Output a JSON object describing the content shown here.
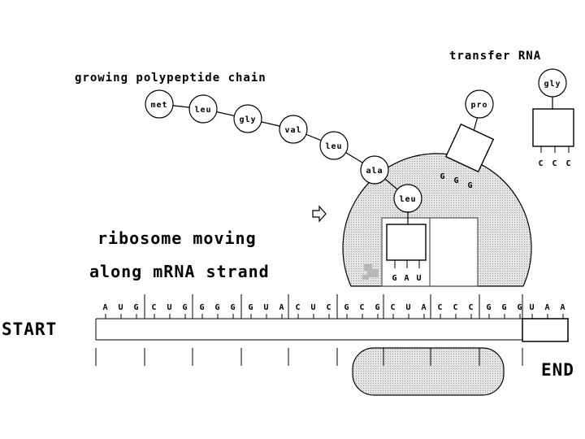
{
  "labels": {
    "chain": "growing polypeptide chain",
    "trna": "transfer RNA",
    "moving1": "ribosome moving",
    "moving2": "along mRNA strand",
    "start": "START",
    "end": "END"
  },
  "chain": [
    "met",
    "leu",
    "gly",
    "val",
    "leu",
    "ala",
    "leu"
  ],
  "codons": [
    [
      "A",
      "U",
      "G"
    ],
    [
      "C",
      "U",
      "G"
    ],
    [
      "G",
      "G",
      "G"
    ],
    [
      "G",
      "U",
      "A"
    ],
    [
      "C",
      "U",
      "C"
    ],
    [
      "G",
      "C",
      "G"
    ],
    [
      "C",
      "U",
      "A"
    ],
    [
      "C",
      "C",
      "C"
    ],
    [
      "G",
      "G",
      "G"
    ],
    [
      "U",
      "A",
      "A"
    ]
  ],
  "trna_pro": {
    "amino": "pro",
    "anticodon": [
      "G",
      "G",
      "G"
    ]
  },
  "trna_gly": {
    "amino": "gly",
    "anticodon": [
      "C",
      "C",
      "C"
    ]
  },
  "trna_bound_anticodon": [
    "G",
    "A",
    "U"
  ],
  "colors": {
    "ribosome": "#c8c8c8",
    "ink": "#000000"
  }
}
